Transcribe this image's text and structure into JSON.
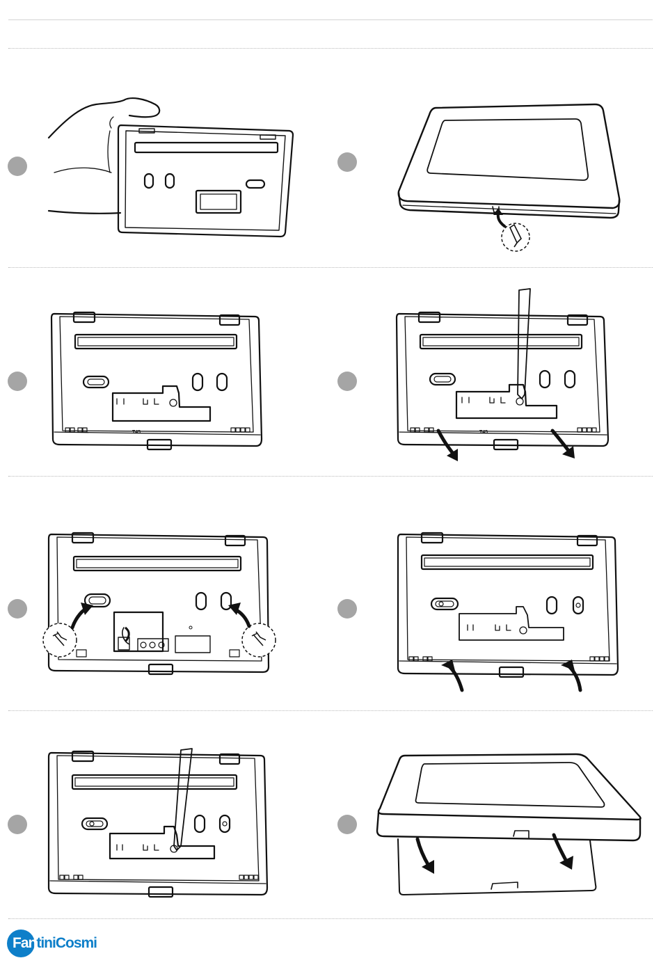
{
  "brand": {
    "logo_text_left": "Fan",
    "logo_text_right": "tiniCosmi",
    "color": "#0e7fc9"
  },
  "steps": [
    {
      "illustration": "hand-holding-base-plate"
    },
    {
      "illustration": "thermostat-lift-clip-with-screwdriver"
    },
    {
      "illustration": "base-plate-back",
      "model_label": "T45"
    },
    {
      "illustration": "base-plate-screwdriver-release",
      "model_label": "T45"
    },
    {
      "illustration": "base-plate-fix-screws"
    },
    {
      "illustration": "base-plate-reattach-cover"
    },
    {
      "illustration": "base-plate-tighten-screw"
    },
    {
      "illustration": "thermostat-snap-onto-base"
    }
  ],
  "colors": {
    "badge": "#a5a5a5",
    "line": "#111111",
    "divider": "#b9b9b9"
  }
}
